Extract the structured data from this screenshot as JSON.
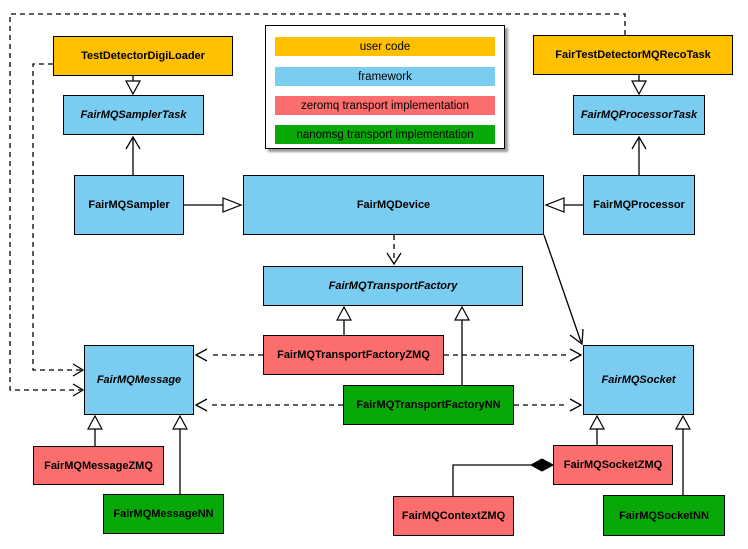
{
  "colors": {
    "user_code": "#FFC000",
    "framework": "#7ACDF1",
    "zeromq": "#FC6E6E",
    "nanomsg": "#07A807"
  },
  "legend": {
    "items": [
      {
        "label": "user code",
        "category": "user_code"
      },
      {
        "label": "framework",
        "category": "framework"
      },
      {
        "label": "zeromq transport implementation",
        "category": "zeromq"
      },
      {
        "label": "nanomsg transport implementation",
        "category": "nanomsg"
      }
    ]
  },
  "nodes": {
    "testDetectorDigiLoader": {
      "label": "TestDetectorDigiLoader"
    },
    "fairMQSamplerTask": {
      "label": "FairMQSamplerTask"
    },
    "fairMQSampler": {
      "label": "FairMQSampler"
    },
    "fairMQDevice": {
      "label": "FairMQDevice"
    },
    "fairTestDetectorMQRecoTask": {
      "label": "FairTestDetectorMQRecoTask"
    },
    "fairMQProcessorTask": {
      "label": "FairMQProcessorTask"
    },
    "fairMQProcessor": {
      "label": "FairMQProcessor"
    },
    "fairMQTransportFactory": {
      "label": "FairMQTransportFactory"
    },
    "fairMQTransportFactoryZMQ": {
      "label": "FairMQTransportFactoryZMQ"
    },
    "fairMQTransportFactoryNN": {
      "label": "FairMQTransportFactoryNN"
    },
    "fairMQMessage": {
      "label": "FairMQMessage"
    },
    "fairMQSocket": {
      "label": "FairMQSocket"
    },
    "fairMQMessageZMQ": {
      "label": "FairMQMessageZMQ"
    },
    "fairMQMessageNN": {
      "label": "FairMQMessageNN"
    },
    "fairMQSocketZMQ": {
      "label": "FairMQSocketZMQ"
    },
    "fairMQContextZMQ": {
      "label": "FairMQContextZMQ"
    },
    "fairMQSocketNN": {
      "label": "FairMQSocketNN"
    }
  }
}
